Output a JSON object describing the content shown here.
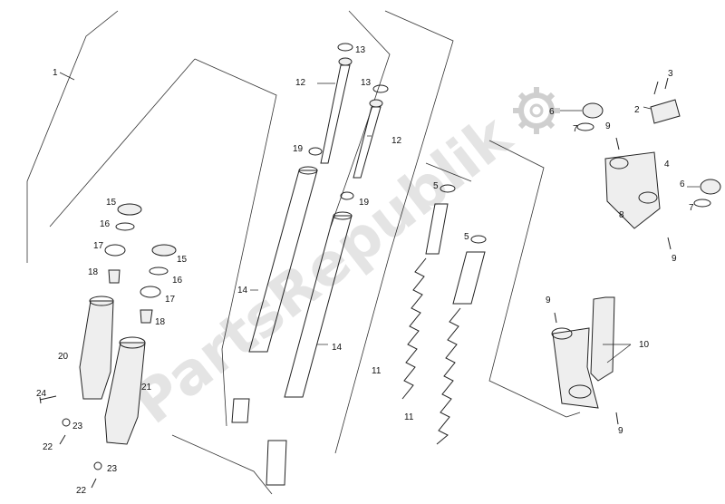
{
  "watermark": {
    "text": "PartsRepublik",
    "icon": "gear-icon"
  },
  "labels": [
    {
      "id": "l1",
      "text": "1"
    },
    {
      "id": "l2",
      "text": "2"
    },
    {
      "id": "l3",
      "text": "3"
    },
    {
      "id": "l4",
      "text": "4"
    },
    {
      "id": "l5a",
      "text": "5"
    },
    {
      "id": "l5b",
      "text": "5"
    },
    {
      "id": "l6a",
      "text": "6"
    },
    {
      "id": "l6b",
      "text": "6"
    },
    {
      "id": "l7a",
      "text": "7"
    },
    {
      "id": "l7b",
      "text": "7"
    },
    {
      "id": "l8",
      "text": "8"
    },
    {
      "id": "l9a",
      "text": "9"
    },
    {
      "id": "l9b",
      "text": "9"
    },
    {
      "id": "l9c",
      "text": "9"
    },
    {
      "id": "l9d",
      "text": "9"
    },
    {
      "id": "l10",
      "text": "10"
    },
    {
      "id": "l11a",
      "text": "11"
    },
    {
      "id": "l11b",
      "text": "11"
    },
    {
      "id": "l12a",
      "text": "12"
    },
    {
      "id": "l12b",
      "text": "12"
    },
    {
      "id": "l13a",
      "text": "13"
    },
    {
      "id": "l13b",
      "text": "13"
    },
    {
      "id": "l14a",
      "text": "14"
    },
    {
      "id": "l14b",
      "text": "14"
    },
    {
      "id": "l15a",
      "text": "15"
    },
    {
      "id": "l15b",
      "text": "15"
    },
    {
      "id": "l16a",
      "text": "16"
    },
    {
      "id": "l16b",
      "text": "16"
    },
    {
      "id": "l17a",
      "text": "17"
    },
    {
      "id": "l17b",
      "text": "17"
    },
    {
      "id": "l18a",
      "text": "18"
    },
    {
      "id": "l18b",
      "text": "18"
    },
    {
      "id": "l19a",
      "text": "19"
    },
    {
      "id": "l19b",
      "text": "19"
    },
    {
      "id": "l20",
      "text": "20"
    },
    {
      "id": "l21",
      "text": "21"
    },
    {
      "id": "l22a",
      "text": "22"
    },
    {
      "id": "l22b",
      "text": "22"
    },
    {
      "id": "l23a",
      "text": "23"
    },
    {
      "id": "l23b",
      "text": "23"
    },
    {
      "id": "l24",
      "text": "24"
    }
  ]
}
